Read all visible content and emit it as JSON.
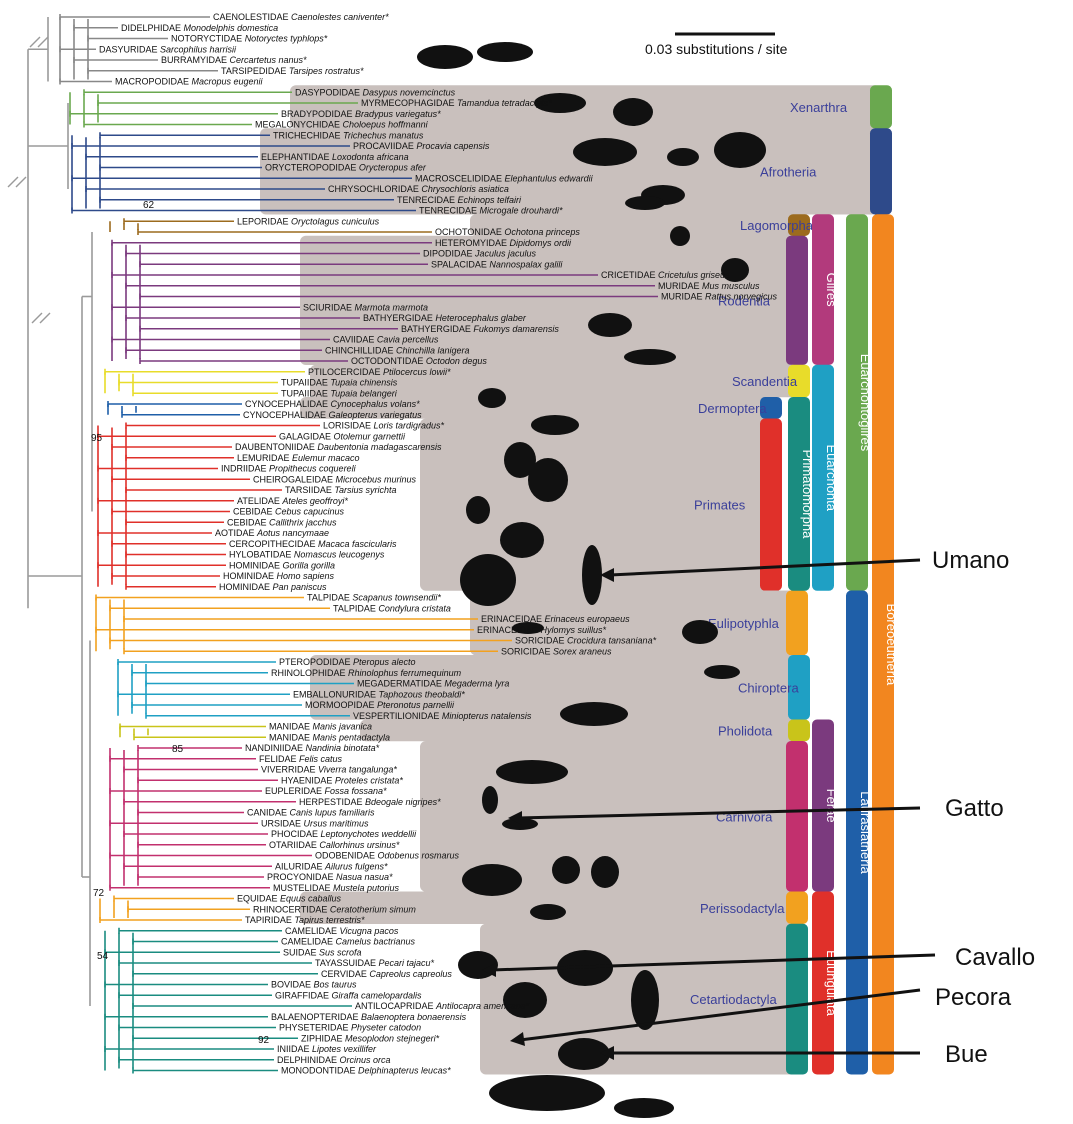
{
  "scale_label": "0.03 substitutions / site",
  "bootstrap": [
    "62",
    "95",
    "85",
    "72",
    "54",
    "92"
  ],
  "annotations": [
    "Umano",
    "Gatto",
    "Cavallo",
    "Pecora",
    "Bue"
  ],
  "groups": [
    {
      "label": "Xenarthra",
      "color": "#6aa84f"
    },
    {
      "label": "Afrotheria",
      "color": "#2e4a8a"
    },
    {
      "label": "Lagomorpha",
      "color": "#9c6b1e"
    },
    {
      "label": "Rodentia",
      "color": "#7b3a7e"
    },
    {
      "label": "Scandentia",
      "color": "#e8dc2a"
    },
    {
      "label": "Dermoptera",
      "color": "#1f5fa8"
    },
    {
      "label": "Primates",
      "color": "#e0302a"
    },
    {
      "label": "Eulipotyphla",
      "color": "#f2a11f"
    },
    {
      "label": "Chiroptera",
      "color": "#1fa0c4"
    },
    {
      "label": "Pholidota",
      "color": "#c9c41a"
    },
    {
      "label": "Carnivora",
      "color": "#c2306e"
    },
    {
      "label": "Perissodactyla",
      "color": "#f2a11f"
    },
    {
      "label": "Cetartiodactyla",
      "color": "#1a8c80"
    }
  ],
  "bars": [
    "Glires",
    "Primatomorpha",
    "Euarchonta",
    "Euarchontoglires",
    "Ferae",
    "Euungulata",
    "Laurasiatheria",
    "Boreoeutheria"
  ],
  "taxa": [
    [
      "CAENOLESTIDAE",
      "Caenolestes caniventer*"
    ],
    [
      "DIDELPHIDAE",
      "Monodelphis domestica"
    ],
    [
      "NOTORYCTIDAE",
      "Notoryctes typhlops*"
    ],
    [
      "DASYURIDAE",
      "Sarcophilus harrisii"
    ],
    [
      "BURRAMYIDAE",
      "Cercartetus nanus*"
    ],
    [
      "TARSIPEDIDAE",
      "Tarsipes rostratus*"
    ],
    [
      "MACROPODIDAE",
      "Macropus eugenii"
    ],
    [
      "DASYPODIDAE",
      "Dasypus novemcinctus"
    ],
    [
      "MYRMECOPHAGIDAE",
      "Tamandua tetradactyla*"
    ],
    [
      "BRADYPODIDAE",
      "Bradypus variegatus*"
    ],
    [
      "MEGALONYCHIDAE",
      "Choloepus hoffmanni"
    ],
    [
      "TRICHECHIDAE",
      "Trichechus manatus"
    ],
    [
      "PROCAVIIDAE",
      "Procavia capensis"
    ],
    [
      "ELEPHANTIDAE",
      "Loxodonta africana"
    ],
    [
      "ORYCTEROPODIDAE",
      "Orycteropus afer"
    ],
    [
      "MACROSCELIDIDAE",
      "Elephantulus edwardii"
    ],
    [
      "CHRYSOCHLORIDAE",
      "Chrysochloris asiatica"
    ],
    [
      "TENRECIDAE",
      "Echinops telfairi"
    ],
    [
      "TENRECIDAE",
      "Microgale drouhardi*"
    ],
    [
      "LEPORIDAE",
      "Oryctolagus cuniculus"
    ],
    [
      "OCHOTONIDAE",
      "Ochotona princeps"
    ],
    [
      "HETEROMYIDAE",
      "Dipidomys ordii"
    ],
    [
      "DIPODIDAE",
      "Jaculus jaculus"
    ],
    [
      "SPALACIDAE",
      "Nannospalax galili"
    ],
    [
      "CRICETIDAE",
      "Cricetulus griseus"
    ],
    [
      "MURIDAE",
      "Mus musculus"
    ],
    [
      "MURIDAE",
      "Rattus norvegicus"
    ],
    [
      "SCIURIDAE",
      "Marmota marmota"
    ],
    [
      "BATHYERGIDAE",
      "Heterocephalus glaber"
    ],
    [
      "BATHYERGIDAE",
      "Fukomys damarensis"
    ],
    [
      "CAVIIDAE",
      "Cavia percellus"
    ],
    [
      "CHINCHILLIDAE",
      "Chinchilla lanigera"
    ],
    [
      "OCTODONTIDAE",
      "Octodon degus"
    ],
    [
      "PTILOCERCIDAE",
      "Ptilocercus lowii*"
    ],
    [
      "TUPAIIDAE",
      "Tupaia chinensis"
    ],
    [
      "TUPAIIDAE",
      "Tupaia belangeri"
    ],
    [
      "CYNOCEPHALIDAE",
      "Cynocephalus volans*"
    ],
    [
      "CYNOCEPHALIDAE",
      "Galeopterus variegatus"
    ],
    [
      "LORISIDAE",
      "Loris tardigradus*"
    ],
    [
      "GALAGIDAE",
      "Otolemur garnettii"
    ],
    [
      "DAUBENTONIIDAE",
      "Daubentonia madagascarensis"
    ],
    [
      "LEMURIDAE",
      "Eulemur macaco"
    ],
    [
      "INDRIIDAE",
      "Propithecus coquereli"
    ],
    [
      "CHEIROGALEIDAE",
      "Microcebus murinus"
    ],
    [
      "TARSIIDAE",
      "Tarsius syrichta"
    ],
    [
      "ATELIDAE",
      "Ateles geoffroyi*"
    ],
    [
      "CEBIDAE",
      "Cebus capucinus"
    ],
    [
      "CEBIDAE",
      "Callithrix jacchus"
    ],
    [
      "AOTIDAE",
      "Aotus nancymaae"
    ],
    [
      "CERCOPITHECIDAE",
      "Macaca fascicularis"
    ],
    [
      "HYLOBATIDAE",
      "Nomascus leucogenys"
    ],
    [
      "HOMINIDAE",
      "Gorilla gorilla"
    ],
    [
      "HOMINIDAE",
      "Homo sapiens"
    ],
    [
      "HOMINIDAE",
      "Pan paniscus"
    ],
    [
      "TALPIDAE",
      "Scapanus townsendii*"
    ],
    [
      "TALPIDAE",
      "Condylura cristata"
    ],
    [
      "ERINACEIDAE",
      "Erinaceus europaeus"
    ],
    [
      "ERINACEIDAE",
      "Hylomys suillus*"
    ],
    [
      "SORICIDAE",
      "Crocidura tansaniana*"
    ],
    [
      "SORICIDAE",
      "Sorex araneus"
    ],
    [
      "PTEROPODIDAE",
      "Pteropus alecto"
    ],
    [
      "RHINOLOPHIDAE",
      "Rhinolophus ferrumequinum"
    ],
    [
      "MEGADERMATIDAE",
      "Megaderma lyra"
    ],
    [
      "EMBALLONURIDAE",
      "Taphozous theobaldi*"
    ],
    [
      "MORMOOPIDAE",
      "Pteronotus parnellii"
    ],
    [
      "VESPERTILIONIDAE",
      "Miniopterus natalensis"
    ],
    [
      "MANIDAE",
      "Manis javanica"
    ],
    [
      "MANIDAE",
      "Manis pentadactyla"
    ],
    [
      "NANDINIIDAE",
      "Nandinia binotata*"
    ],
    [
      "FELIDAE",
      "Felis catus"
    ],
    [
      "VIVERRIDAE",
      "Viverra tangalunga*"
    ],
    [
      "HYAENIDAE",
      "Proteles cristata*"
    ],
    [
      "EUPLERIDAE",
      "Fossa fossana*"
    ],
    [
      "HERPESTIDAE",
      "Bdeogale nigripes*"
    ],
    [
      "CANIDAE",
      "Canis lupus familiaris"
    ],
    [
      "URSIDAE",
      "Ursus maritimus"
    ],
    [
      "PHOCIDAE",
      "Leptonychotes weddellii"
    ],
    [
      "OTARIIDAE",
      "Callorhinus ursinus*"
    ],
    [
      "ODOBENIDAE",
      "Odobenus rosmarus"
    ],
    [
      "AILURIDAE",
      "Ailurus fulgens*"
    ],
    [
      "PROCYONIDAE",
      "Nasua nasua*"
    ],
    [
      "MUSTELIDAE",
      "Mustela putorius"
    ],
    [
      "EQUIDAE",
      "Equus caballus"
    ],
    [
      "RHINOCERTIDAE",
      "Ceratotherium simum"
    ],
    [
      "TAPIRIDAE",
      "Tapirus terrestris*"
    ],
    [
      "CAMELIDAE",
      "Vicugna pacos"
    ],
    [
      "CAMELIDAE",
      "Camelus bactrianus"
    ],
    [
      "SUIDAE",
      "Sus scrofa"
    ],
    [
      "TAYASSUIDAE",
      "Pecari tajacu*"
    ],
    [
      "CERVIDAE",
      "Capreolus capreolus"
    ],
    [
      "BOVIDAE",
      "Bos taurus"
    ],
    [
      "GIRAFFIDAE",
      "Giraffa camelopardalis"
    ],
    [
      "ANTILOCAPRIDAE",
      "Antilocapra americana*"
    ],
    [
      "BALAENOPTERIDAE",
      "Balaenoptera bonaerensis"
    ],
    [
      "PHYSETERIDAE",
      "Physeter catodon"
    ],
    [
      "ZIPHIDAE",
      "Mesoplodon stejnegeri*"
    ],
    [
      "INIIDAE",
      "Lipotes vexillifer"
    ],
    [
      "DELPHINIDAE",
      "Orcinus orca"
    ],
    [
      "MONODONTIDAE",
      "Delphinapterus leucas*"
    ]
  ]
}
